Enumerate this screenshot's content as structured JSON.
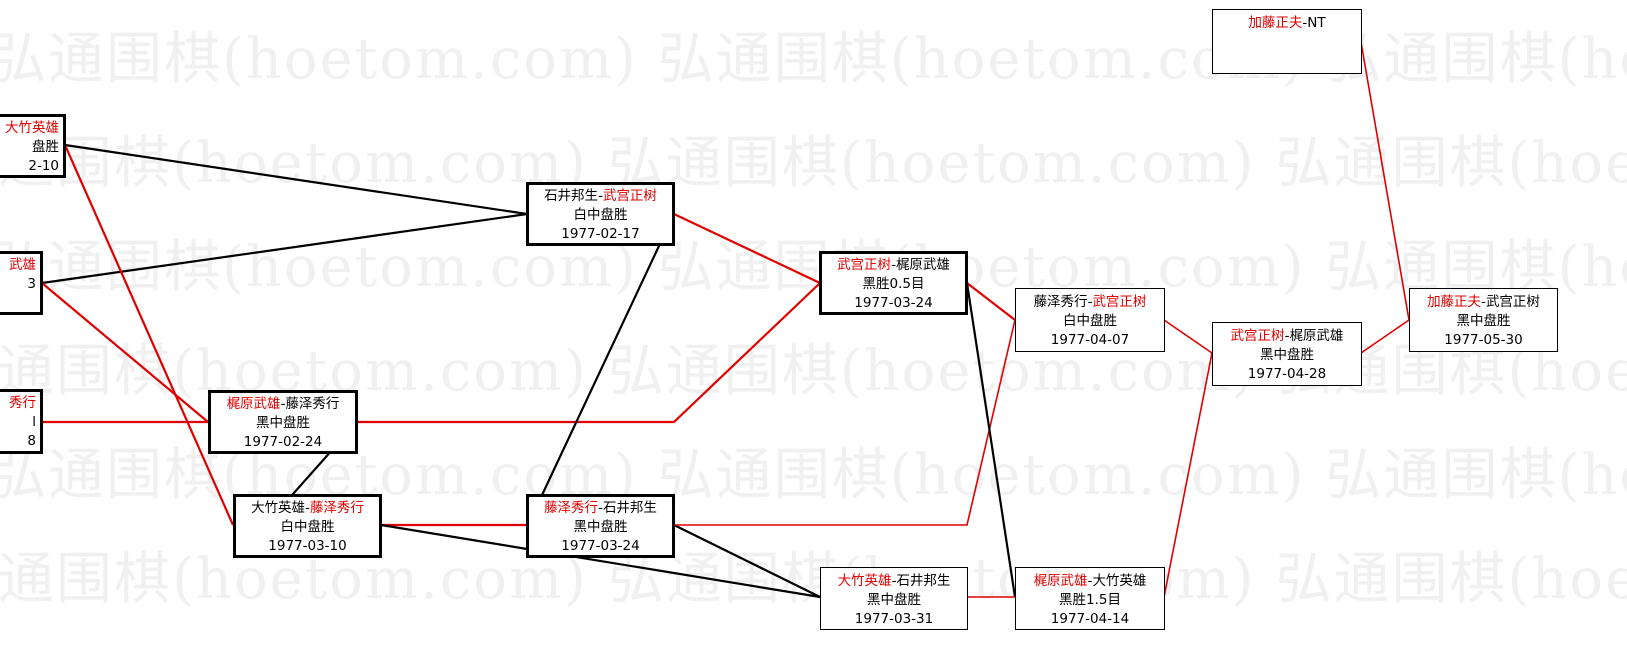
{
  "watermark": "弘通围棋(hoetom.com) 弘通围棋(hoetom.com) 弘通围棋(hoetom.com) 弘通围棋(",
  "colors": {
    "winner": "#e00000",
    "line_win": "#e00000",
    "line_loss": "#000000"
  },
  "matches": {
    "a": {
      "red": "大竹英雄",
      "sep": "",
      "black": "",
      "result": "盘胜",
      "date": "2-10"
    },
    "b": {
      "red": "武雄",
      "sep": "",
      "black": "",
      "result": "",
      "date": "3"
    },
    "c": {
      "red": "秀行",
      "sep": "",
      "black": "",
      "result": "l",
      "date": "8"
    },
    "d": {
      "red": "梶原武雄",
      "sep": "-",
      "black": "藤泽秀行",
      "result": "黑中盘胜",
      "date": "1977-02-24"
    },
    "e": {
      "black": "大竹英雄",
      "sep": "-",
      "red": "藤泽秀行",
      "result": "白中盘胜",
      "date": "1977-03-10"
    },
    "f": {
      "black": "石井邦生",
      "sep": "-",
      "red": "武宫正树",
      "result": "白中盘胜",
      "date": "1977-02-17"
    },
    "g": {
      "red": "藤泽秀行",
      "sep": "-",
      "black": "石井邦生",
      "result": "黑中盘胜",
      "date": "1977-03-24"
    },
    "h": {
      "red": "武宫正树",
      "sep": "-",
      "black": "梶原武雄",
      "result": "黑胜0.5目",
      "date": "1977-03-24"
    },
    "i": {
      "red": "大竹英雄",
      "sep": "-",
      "black": "石井邦生",
      "result": "黑中盘胜",
      "date": "1977-03-31"
    },
    "j": {
      "black": "藤泽秀行",
      "sep": "-",
      "red": "武宫正树",
      "result": "白中盘胜",
      "date": "1977-04-07"
    },
    "k": {
      "red": "梶原武雄",
      "sep": "-",
      "black": "大竹英雄",
      "result": "黑胜1.5目",
      "date": "1977-04-14"
    },
    "l": {
      "red": "武宫正树",
      "sep": "-",
      "black": "梶原武雄",
      "result": "黑中盘胜",
      "date": "1977-04-28"
    },
    "m": {
      "red": "加藤正夫",
      "sep": "-",
      "black": "武宫正树",
      "result": "黑中盘胜",
      "date": "1977-05-30"
    },
    "n": {
      "red": "加藤正夫",
      "sep": "-",
      "black": "NT"
    }
  }
}
